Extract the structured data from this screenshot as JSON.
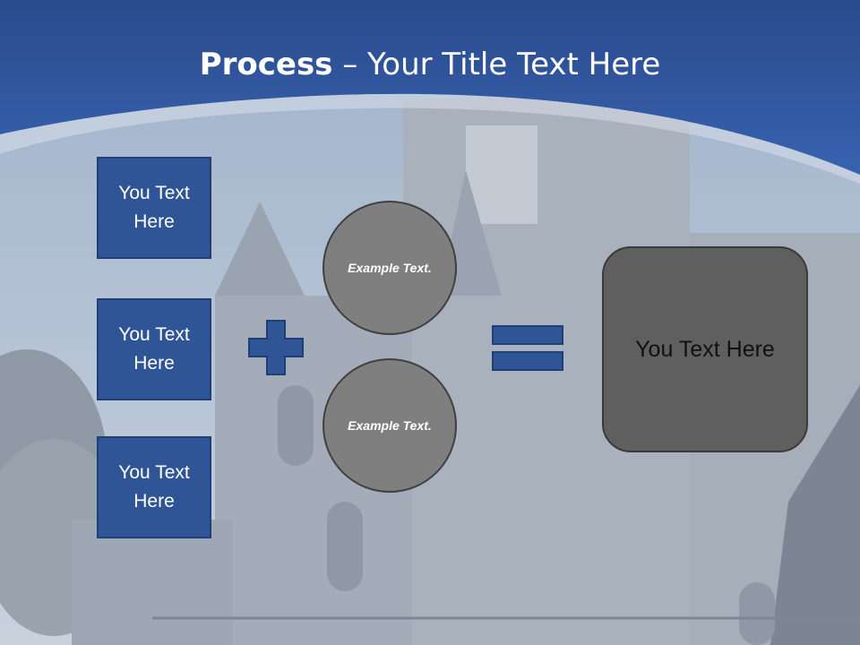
{
  "slide": {
    "title_bold": "Process",
    "title_rest": " – Your Title Text Here",
    "left_boxes": [
      "You Text Here",
      "You Text Here",
      "You Text Here"
    ],
    "circles": [
      "Example Text.",
      "Example Text."
    ],
    "result_text": "You Text Here"
  },
  "colors": {
    "header_blue": "#2f5597",
    "box_blue": "#2f5597",
    "circle_gray": "#7f7f7f",
    "result_gray": "#5f5f5f",
    "operator_blue": "#2f5597"
  },
  "icons": [
    "plus-icon",
    "equals-icon"
  ]
}
